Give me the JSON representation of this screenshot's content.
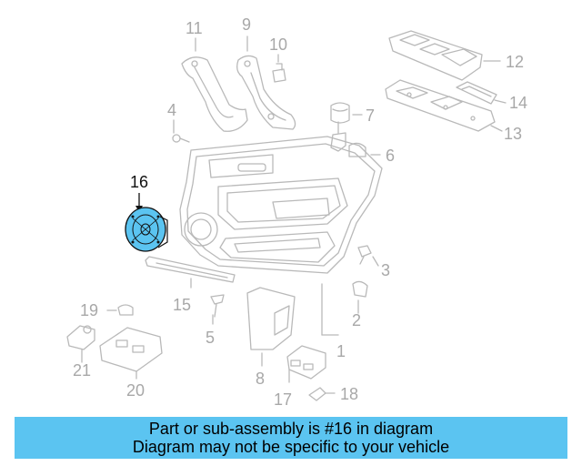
{
  "diagram": {
    "highlight_color": "#5bc4f1",
    "highlighted_part": "16",
    "callouts": {
      "p1": "1",
      "p2": "2",
      "p3": "3",
      "p4": "4",
      "p5": "5",
      "p6": "6",
      "p7": "7",
      "p8": "8",
      "p9": "9",
      "p10": "10",
      "p11": "11",
      "p12": "12",
      "p13": "13",
      "p14": "14",
      "p15": "15",
      "p16": "16",
      "p17": "17",
      "p18": "18",
      "p19": "19",
      "p20": "20",
      "p21": "21"
    }
  },
  "banner": {
    "line1": "Part or sub-assembly is #16 in diagram",
    "line2": "Diagram may not be specific to your vehicle"
  }
}
